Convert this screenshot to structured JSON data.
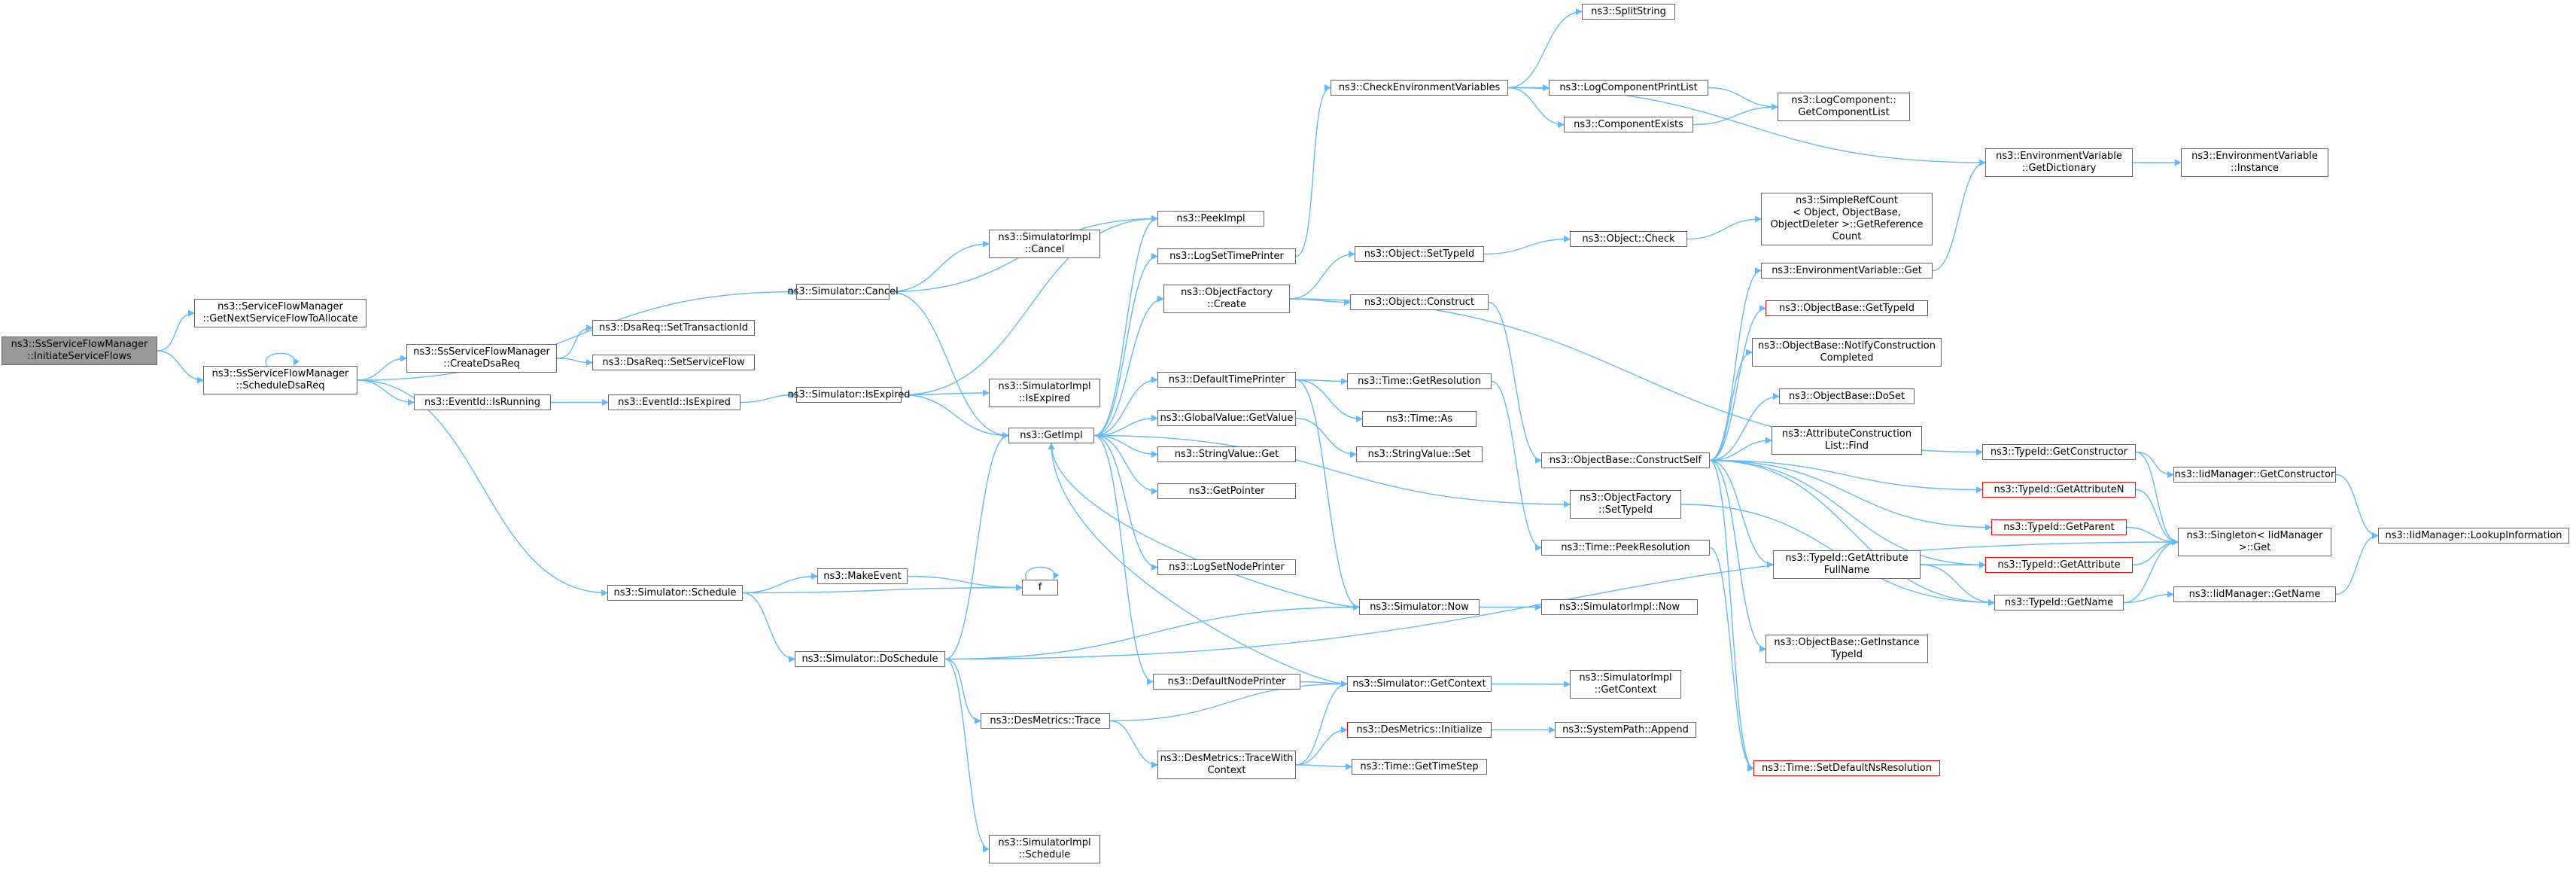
{
  "colors": {
    "edge": "#63B8FF",
    "node_border": "#666666",
    "root_fill": "#999999",
    "incomplete_border": "#FF0000"
  },
  "nodes": [
    {
      "id": "initiate",
      "label": "ns3::SsServiceFlowManager\n::InitiateServiceFlows",
      "style": "root"
    },
    {
      "id": "getnextsf",
      "label": "ns3::ServiceFlowManager\n::GetNextServiceFlowToAllocate"
    },
    {
      "id": "scheduledsa",
      "label": "ns3::SsServiceFlowManager\n::ScheduleDsaReq"
    },
    {
      "id": "simcancel",
      "label": "ns3::Simulator::Cancel"
    },
    {
      "id": "createdsa",
      "label": "ns3::SsServiceFlowManager\n::CreateDsaReq"
    },
    {
      "id": "settrans",
      "label": "ns3::DsaReq::SetTransactionId"
    },
    {
      "id": "setsf",
      "label": "ns3::DsaReq::SetServiceFlow"
    },
    {
      "id": "evrunning",
      "label": "ns3::EventId::IsRunning"
    },
    {
      "id": "evexpired",
      "label": "ns3::EventId::IsExpired"
    },
    {
      "id": "simisexpired",
      "label": "ns3::Simulator::IsExpired"
    },
    {
      "id": "simschedule",
      "label": "ns3::Simulator::Schedule"
    },
    {
      "id": "makeevent",
      "label": "ns3::MakeEvent"
    },
    {
      "id": "f",
      "label": "f"
    },
    {
      "id": "doschedule",
      "label": "ns3::Simulator::DoSchedule"
    },
    {
      "id": "implcancel",
      "label": "ns3::SimulatorImpl\n::Cancel"
    },
    {
      "id": "peekimpl",
      "label": "ns3::PeekImpl"
    },
    {
      "id": "implisexpired",
      "label": "ns3::SimulatorImpl\n::IsExpired"
    },
    {
      "id": "getimpl",
      "label": "ns3::GetImpl"
    },
    {
      "id": "implschedule",
      "label": "ns3::SimulatorImpl\n::Schedule"
    },
    {
      "id": "destrace",
      "label": "ns3::DesMetrics::Trace"
    },
    {
      "id": "destracewith",
      "label": "ns3::DesMetrics::TraceWith\nContext"
    },
    {
      "id": "logsettime",
      "label": "ns3::LogSetTimePrinter"
    },
    {
      "id": "objfactcreate",
      "label": "ns3::ObjectFactory\n::Create"
    },
    {
      "id": "deftimeprinter",
      "label": "ns3::DefaultTimePrinter"
    },
    {
      "id": "gvgetvalue",
      "label": "ns3::GlobalValue::GetValue"
    },
    {
      "id": "strvalget",
      "label": "ns3::StringValue::Get"
    },
    {
      "id": "getpointer",
      "label": "ns3::GetPointer"
    },
    {
      "id": "logsetnode",
      "label": "ns3::LogSetNodePrinter"
    },
    {
      "id": "defnodeprinter",
      "label": "ns3::DefaultNodePrinter"
    },
    {
      "id": "checkenv",
      "label": "ns3::CheckEnvironmentVariables"
    },
    {
      "id": "splitstring",
      "label": "ns3::SplitString"
    },
    {
      "id": "logcompprint",
      "label": "ns3::LogComponentPrintList"
    },
    {
      "id": "compexists",
      "label": "ns3::ComponentExists"
    },
    {
      "id": "logcompget",
      "label": "ns3::LogComponent::\nGetComponentList"
    },
    {
      "id": "objsettypeid",
      "label": "ns3::Object::SetTypeId"
    },
    {
      "id": "objcheck",
      "label": "ns3::Object::Check"
    },
    {
      "id": "srcref",
      "label": "ns3::SimpleRefCount\n< Object, ObjectBase,\nObjectDeleter >::GetReference\nCount"
    },
    {
      "id": "objconstruct",
      "label": "ns3::Object::Construct"
    },
    {
      "id": "timegetres",
      "label": "ns3::Time::GetResolution"
    },
    {
      "id": "timeas",
      "label": "ns3::Time::As"
    },
    {
      "id": "strvalset",
      "label": "ns3::StringValue::Set"
    },
    {
      "id": "simnow",
      "label": "ns3::Simulator::Now"
    },
    {
      "id": "implnow",
      "label": "ns3::SimulatorImpl::Now"
    },
    {
      "id": "simgetctx",
      "label": "ns3::Simulator::GetContext"
    },
    {
      "id": "implgetctx",
      "label": "ns3::SimulatorImpl\n::GetContext"
    },
    {
      "id": "desinit",
      "label": "ns3::DesMetrics::Initialize",
      "style": "red"
    },
    {
      "id": "sysappend",
      "label": "ns3::SystemPath::Append"
    },
    {
      "id": "timestep",
      "label": "ns3::Time::GetTimeStep"
    },
    {
      "id": "obconstructself",
      "label": "ns3::ObjectBase::ConstructSelf"
    },
    {
      "id": "objfactsettype",
      "label": "ns3::ObjectFactory\n::SetTypeId"
    },
    {
      "id": "timepeekres",
      "label": "ns3::Time::PeekResolution"
    },
    {
      "id": "envget",
      "label": "ns3::EnvironmentVariable::Get"
    },
    {
      "id": "envgetdict",
      "label": "ns3::EnvironmentVariable\n::GetDictionary"
    },
    {
      "id": "envinstance",
      "label": "ns3::EnvironmentVariable\n::Instance"
    },
    {
      "id": "obgettypeid",
      "label": "ns3::ObjectBase::GetTypeId",
      "style": "red"
    },
    {
      "id": "obnotify",
      "label": "ns3::ObjectBase::NotifyConstruction\nCompleted"
    },
    {
      "id": "obdoset",
      "label": "ns3::ObjectBase::DoSet"
    },
    {
      "id": "attrfind",
      "label": "ns3::AttributeConstruction\nList::Find"
    },
    {
      "id": "typegetctor",
      "label": "ns3::TypeId::GetConstructor"
    },
    {
      "id": "typegetattrn",
      "label": "ns3::TypeId::GetAttributeN",
      "style": "red"
    },
    {
      "id": "typegetparent",
      "label": "ns3::TypeId::GetParent",
      "style": "red"
    },
    {
      "id": "typegetattrfull",
      "label": "ns3::TypeId::GetAttribute\nFullName"
    },
    {
      "id": "typegetattr",
      "label": "ns3::TypeId::GetAttribute",
      "style": "red"
    },
    {
      "id": "typegetname",
      "label": "ns3::TypeId::GetName"
    },
    {
      "id": "obgetinst",
      "label": "ns3::ObjectBase::GetInstance\nTypeId"
    },
    {
      "id": "setdefns",
      "label": "ns3::Time::SetDefaultNsResolution",
      "style": "red"
    },
    {
      "id": "iidgetctor",
      "label": "ns3::IidManager::GetConstructor"
    },
    {
      "id": "singleton",
      "label": "ns3::Singleton< IidManager\n>::Get"
    },
    {
      "id": "iidgetname",
      "label": "ns3::IidManager::GetName"
    },
    {
      "id": "iidlookup",
      "label": "ns3::IidManager::LookupInformation"
    }
  ]
}
